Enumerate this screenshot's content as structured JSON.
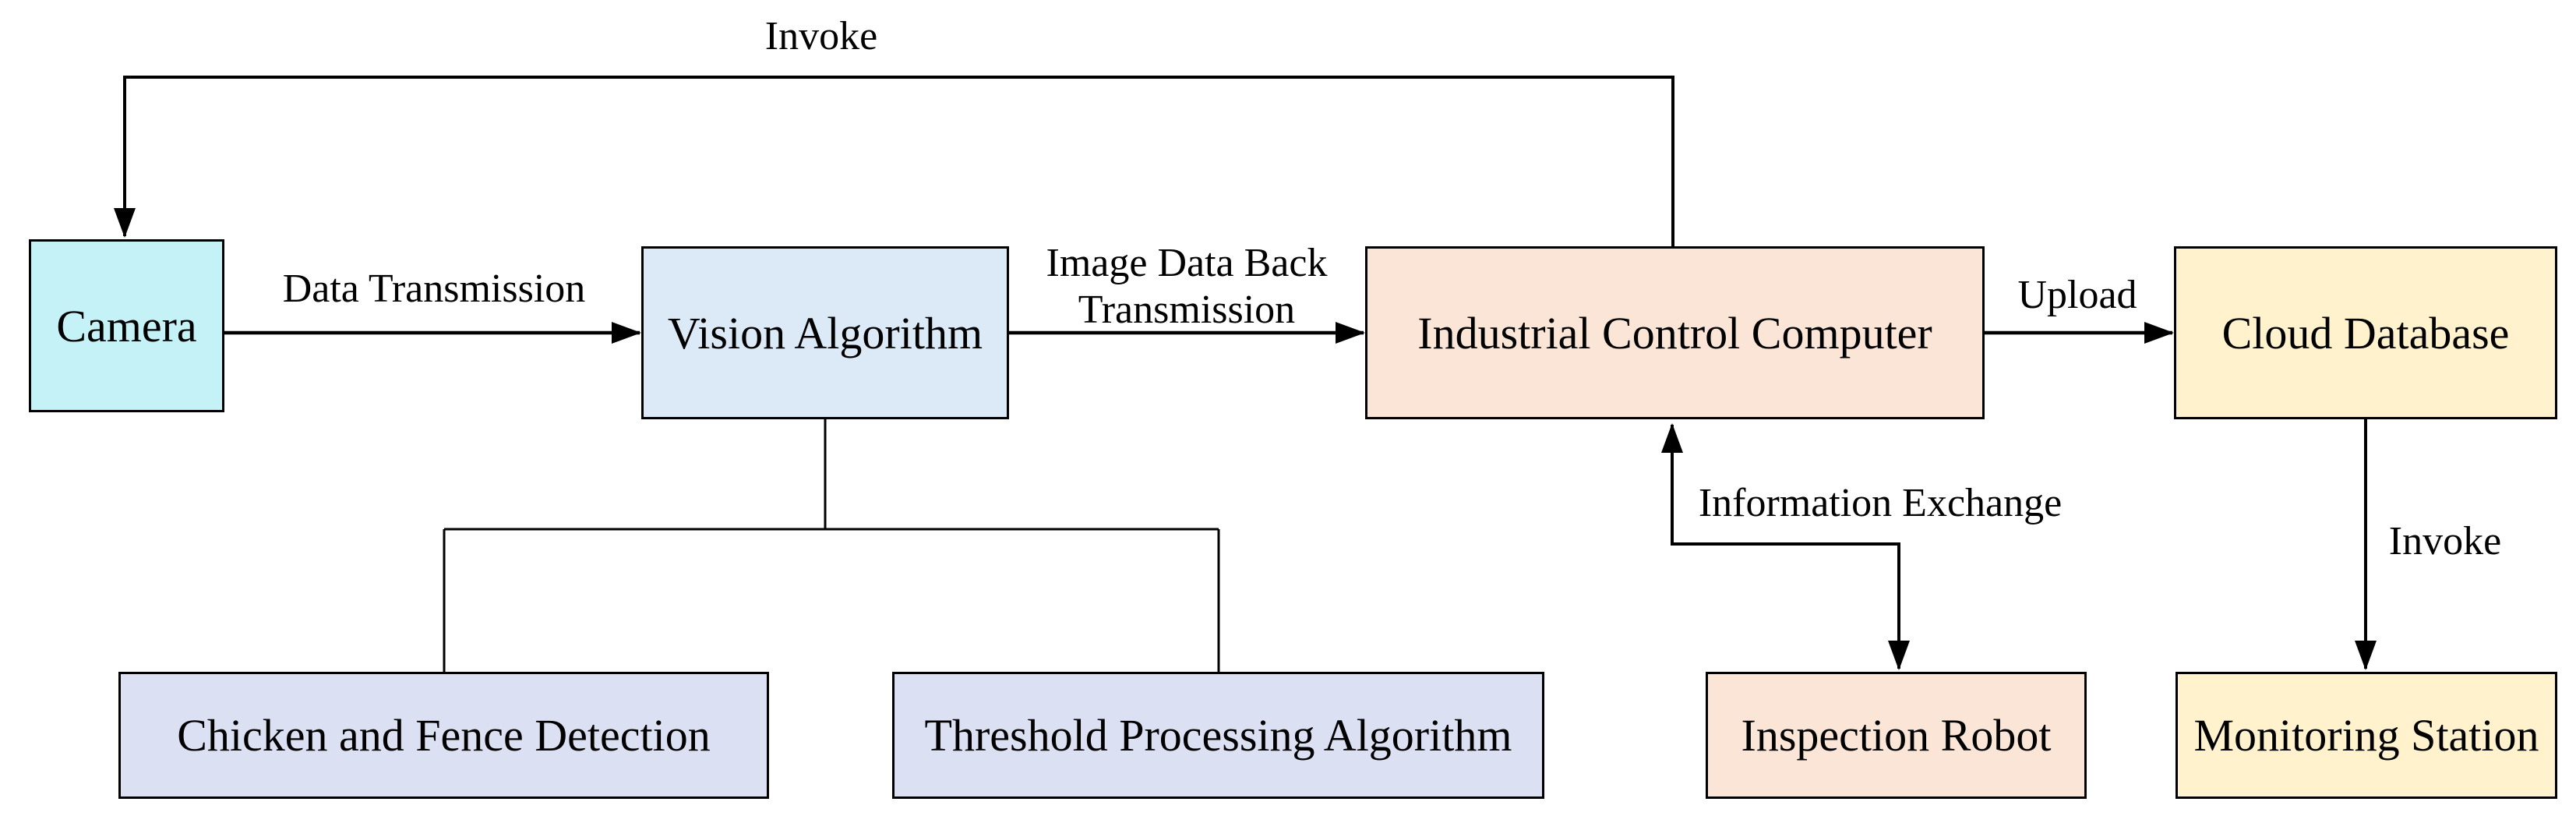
{
  "diagram": {
    "nodes": {
      "camera": {
        "label": "Camera",
        "fill": "#C5F2F7"
      },
      "vision": {
        "label": "Vision Algorithm",
        "fill": "#DCE9F7"
      },
      "icc": {
        "label": "Industrial Control Computer",
        "fill": "#FBE5D6"
      },
      "cloud": {
        "label": "Cloud Database",
        "fill": "#FFF2CC"
      },
      "chicken": {
        "label": "Chicken and Fence Detection",
        "fill": "#DBE0F3"
      },
      "threshold": {
        "label": "Threshold Processing Algorithm",
        "fill": "#DBE0F3"
      },
      "robot": {
        "label": "Inspection Robot",
        "fill": "#FBE5D6"
      },
      "monitoring": {
        "label": "Monitoring Station",
        "fill": "#FFF2CC"
      }
    },
    "edges": {
      "invoke_top": {
        "text": "Invoke"
      },
      "data_transmission": {
        "text": "Data Transmission"
      },
      "image_back": {
        "line1": "Image Data Back",
        "line2": "Transmission"
      },
      "upload": {
        "text": "Upload"
      },
      "info_exchange": {
        "text": "Information Exchange"
      },
      "invoke_cloud": {
        "text": "Invoke"
      }
    },
    "colors": {
      "line": "#000000",
      "background": "#ffffff",
      "border": "#000000",
      "text": "#000000"
    }
  }
}
